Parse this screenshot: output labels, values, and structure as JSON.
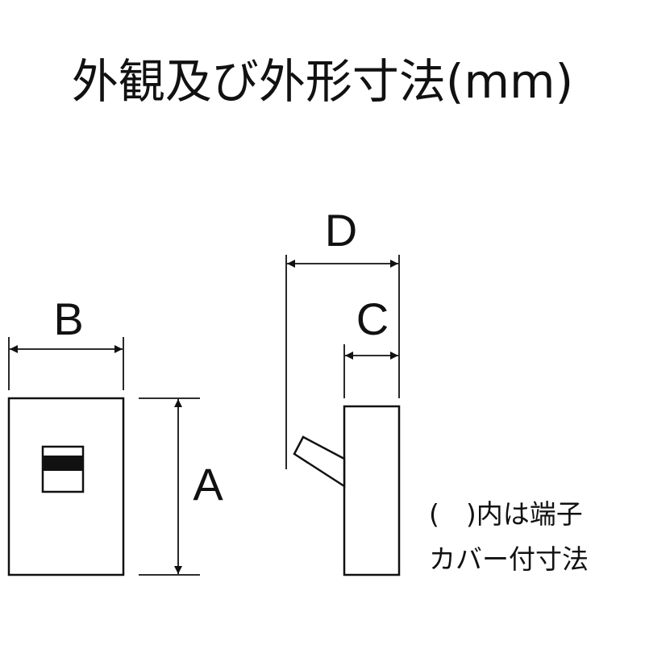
{
  "title": "外観及び外形寸法(mm)",
  "labels": {
    "a": "A",
    "b": "B",
    "c": "C",
    "d": "D"
  },
  "note": {
    "line1": "(　)内は端子",
    "line2": "カバー付寸法"
  },
  "colors": {
    "line": "#111111",
    "background": "#ffffff"
  }
}
